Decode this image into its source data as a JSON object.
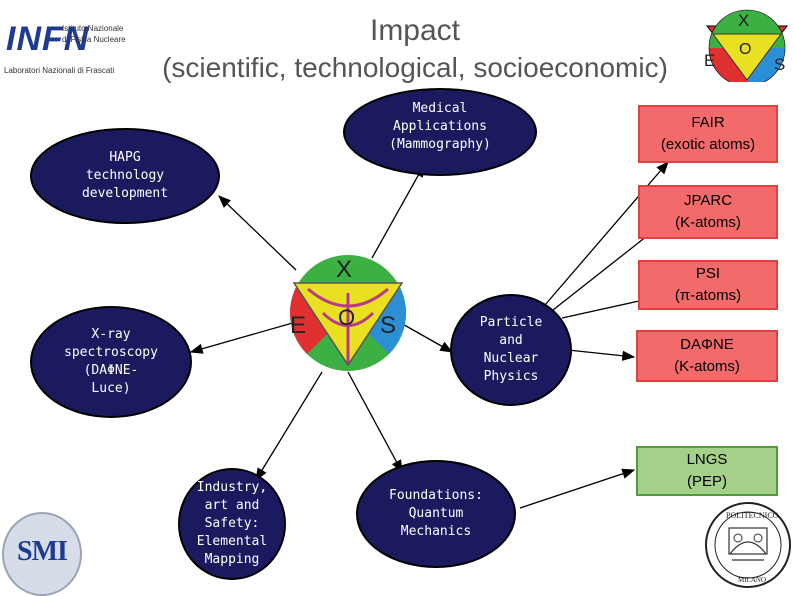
{
  "title": {
    "line1": "Impact",
    "line2": "(scientific, technological, socioeconomic)"
  },
  "logos": {
    "infn_word": "INFN",
    "infn_sub1": "Istituto Nazionale",
    "infn_sub2": "di Fisica Nucleare",
    "infn_sub3": "Laboratori Nazionali di Frascati",
    "smi_word": "SMI",
    "polimi_top": "POLITECNICO",
    "polimi_bottom": "MILANO"
  },
  "xeos": {
    "x": "X",
    "e": "E",
    "o": "O",
    "s": "S",
    "colors": {
      "top": "#3cb043",
      "left": "#e03030",
      "right": "#2c8fd6",
      "bottom": "#e8e020",
      "center": "#b83a8a"
    }
  },
  "nodes": {
    "hapg": [
      "HAPG",
      "technology",
      "development"
    ],
    "medical": [
      "Medical",
      "Applications",
      "(Mammography)"
    ],
    "xray": [
      "X-ray",
      "spectroscopy",
      "(DAΦNE-",
      "Luce)"
    ],
    "particle": [
      "Particle",
      "and",
      "Nuclear",
      "Physics"
    ],
    "industry": [
      "Industry,",
      "art and",
      "Safety:",
      "Elemental",
      "Mapping"
    ],
    "foundations": [
      "Foundations:",
      "Quantum",
      "Mechanics"
    ]
  },
  "boxes": {
    "fair": [
      "FAIR",
      "(exotic atoms)"
    ],
    "jparc": [
      "JPARC",
      "(K-atoms)"
    ],
    "psi": [
      "PSI",
      "(π-atoms)"
    ],
    "dafne": [
      "DAΦNE",
      "(K-atoms)"
    ],
    "lngs": [
      "LNGS",
      "(PEP)"
    ]
  }
}
